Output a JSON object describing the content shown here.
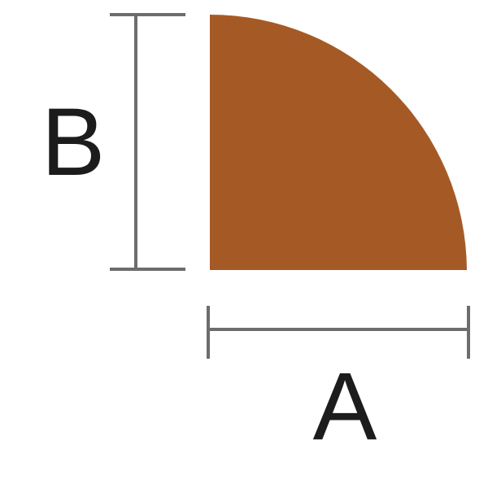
{
  "diagram": {
    "shape": "quarter-round",
    "fill_color": "#a55a26",
    "dimension_color": "#6d6d6d",
    "label_color": "#1c1c1c",
    "dimensions": {
      "width_label": "A",
      "height_label": "B"
    }
  }
}
